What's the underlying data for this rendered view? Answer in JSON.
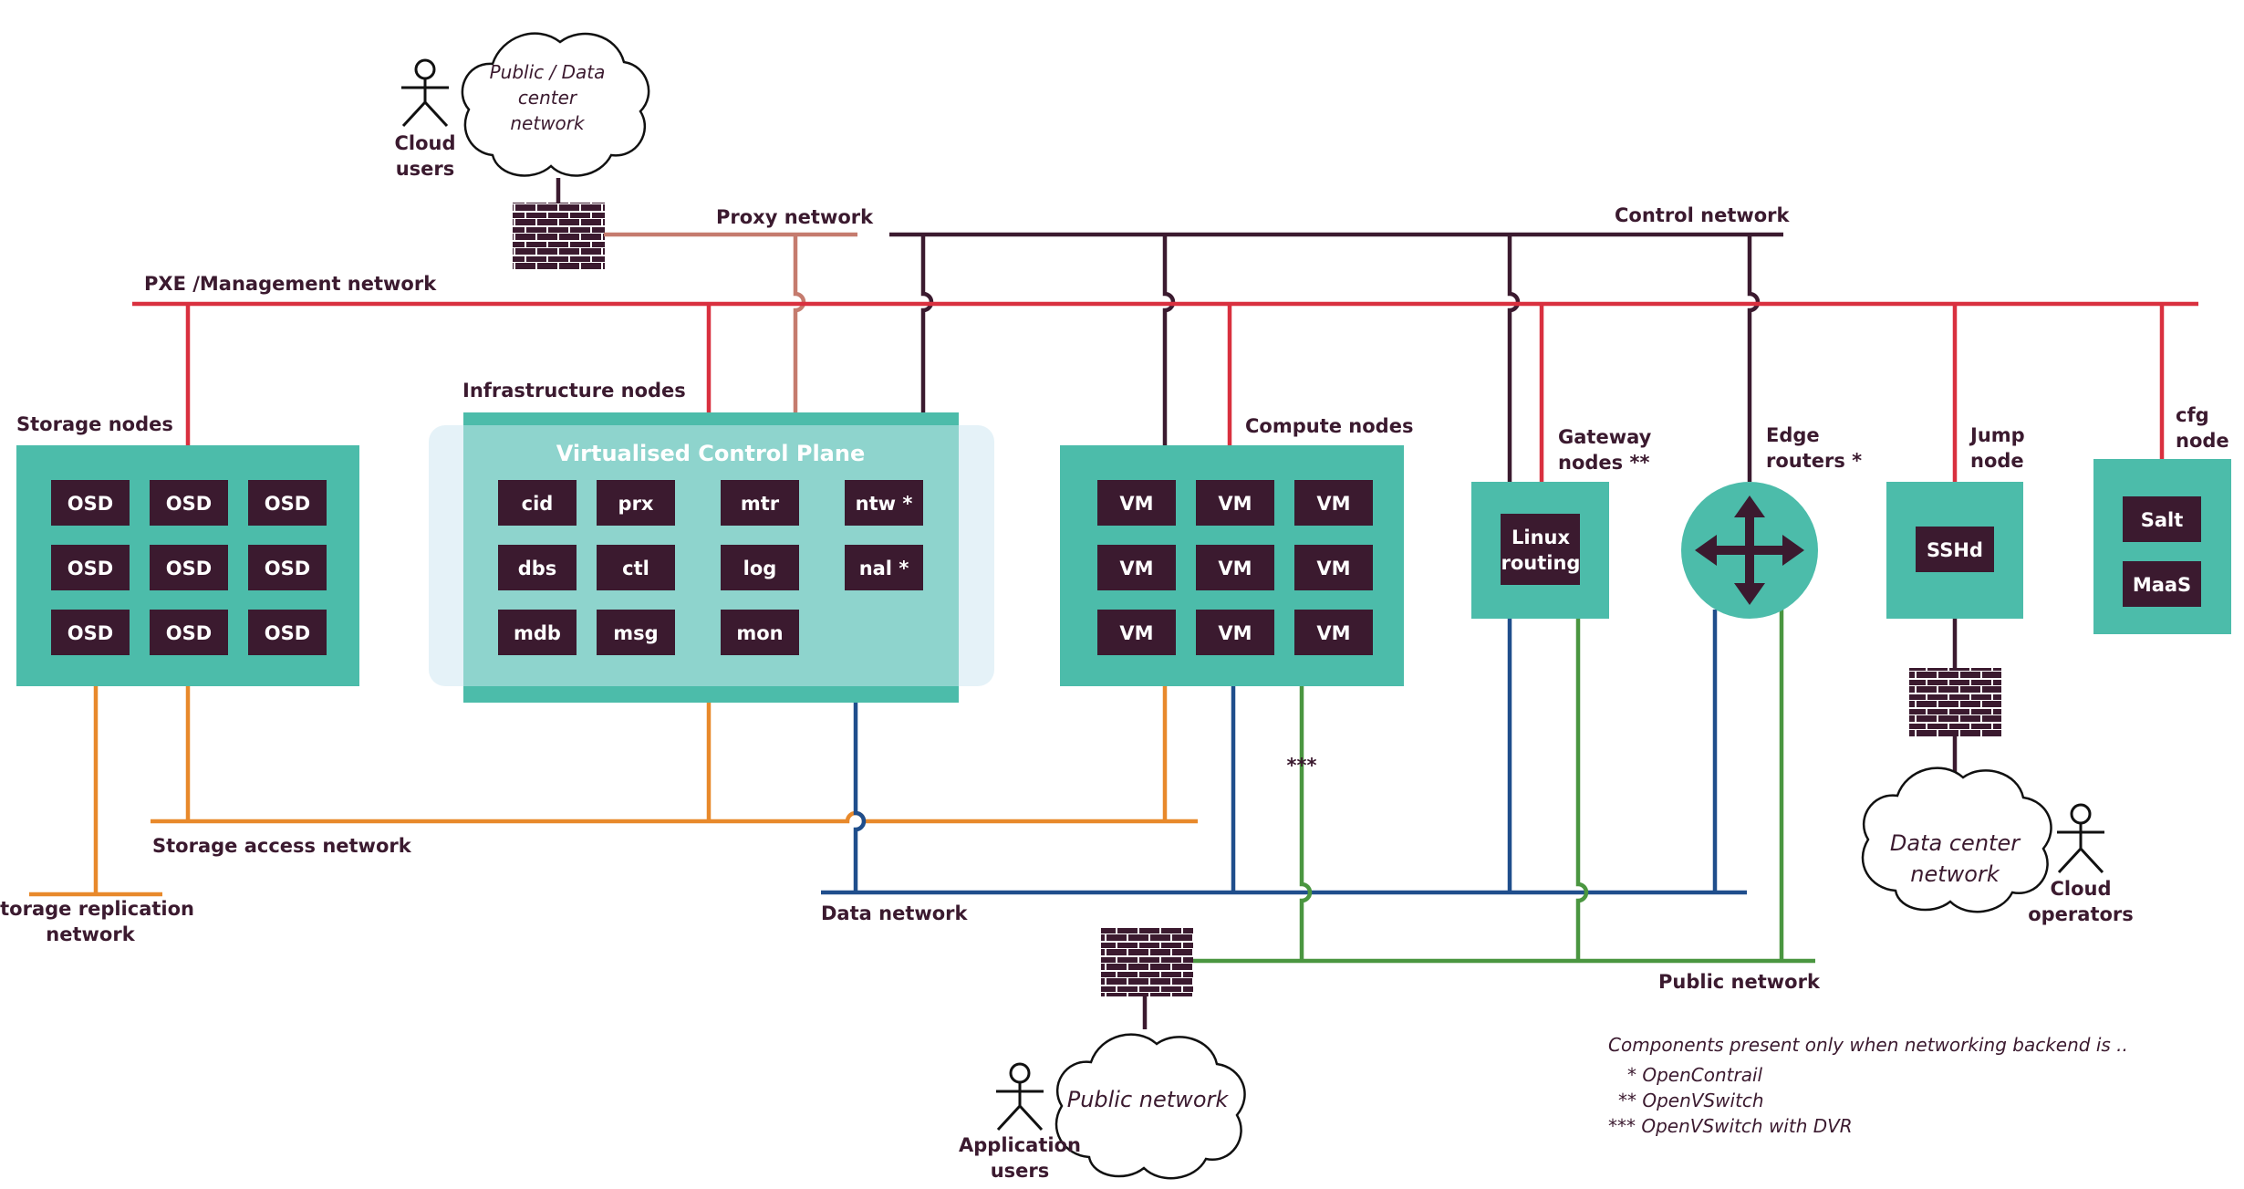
{
  "colors": {
    "mgmt": "#d9303f",
    "control": "#3b1a2f",
    "proxy": "#c57b6e",
    "storage_net": "#e8892b",
    "data_net": "#1f4e8c",
    "public_net": "#4a9640",
    "node_fill": "#4cbcaa",
    "vcp_fill": "#8ed4cd",
    "vcp_halo": "#dcedf5",
    "chip_fill": "#3b1a2f",
    "text": "#3b1a2f",
    "firewall": "#3b1a2f"
  },
  "networks": {
    "pxe": "PXE /Management network",
    "control": "Control network",
    "proxy": "Proxy network",
    "storage_access": "Storage access network",
    "storage_replication_l1": "Storage replication",
    "storage_replication_l2": "network",
    "data": "Data network",
    "public": "Public network"
  },
  "nodes": {
    "storage": {
      "label": "Storage nodes",
      "chips": [
        "OSD",
        "OSD",
        "OSD",
        "OSD",
        "OSD",
        "OSD",
        "OSD",
        "OSD",
        "OSD"
      ]
    },
    "infrastructure": {
      "label": "Infrastructure nodes",
      "vcp_title": "Virtualised Control Plane",
      "chips": [
        "cid",
        "prx",
        "mtr",
        "ntw *",
        "dbs",
        "ctl",
        "log",
        "nal *",
        "mdb",
        "msg",
        "mon"
      ]
    },
    "compute": {
      "label": "Compute nodes",
      "chips": [
        "VM",
        "VM",
        "VM",
        "VM",
        "VM",
        "VM",
        "VM",
        "VM",
        "VM"
      ],
      "dvr_marker": "***"
    },
    "gateway": {
      "label_l1": "Gateway",
      "label_l2": "nodes **",
      "chip_l1": "Linux",
      "chip_l2": "routing"
    },
    "edge": {
      "label_l1": "Edge",
      "label_l2": "routers *"
    },
    "jump": {
      "label_l1": "Jump",
      "label_l2": "node",
      "chip": "SSHd"
    },
    "cfg": {
      "label_l1": "cfg",
      "label_l2": "node",
      "chips": [
        "Salt",
        "MaaS"
      ]
    }
  },
  "clouds": {
    "public_dc_l1": "Public / Data",
    "public_dc_l2": "center",
    "public_dc_l3": "network",
    "dc_l1": "Data center",
    "dc_l2": "network",
    "public": "Public network"
  },
  "actors": {
    "cloud_users_l1": "Cloud",
    "cloud_users_l2": "users",
    "cloud_operators_l1": "Cloud",
    "cloud_operators_l2": "operators",
    "application_users_l1": "Application",
    "application_users_l2": "users"
  },
  "legend": {
    "title": "Components present only when networking backend is ..",
    "item1": "* OpenContrail",
    "item2": "** OpenVSwitch",
    "item3": "*** OpenVSwitch with DVR"
  }
}
